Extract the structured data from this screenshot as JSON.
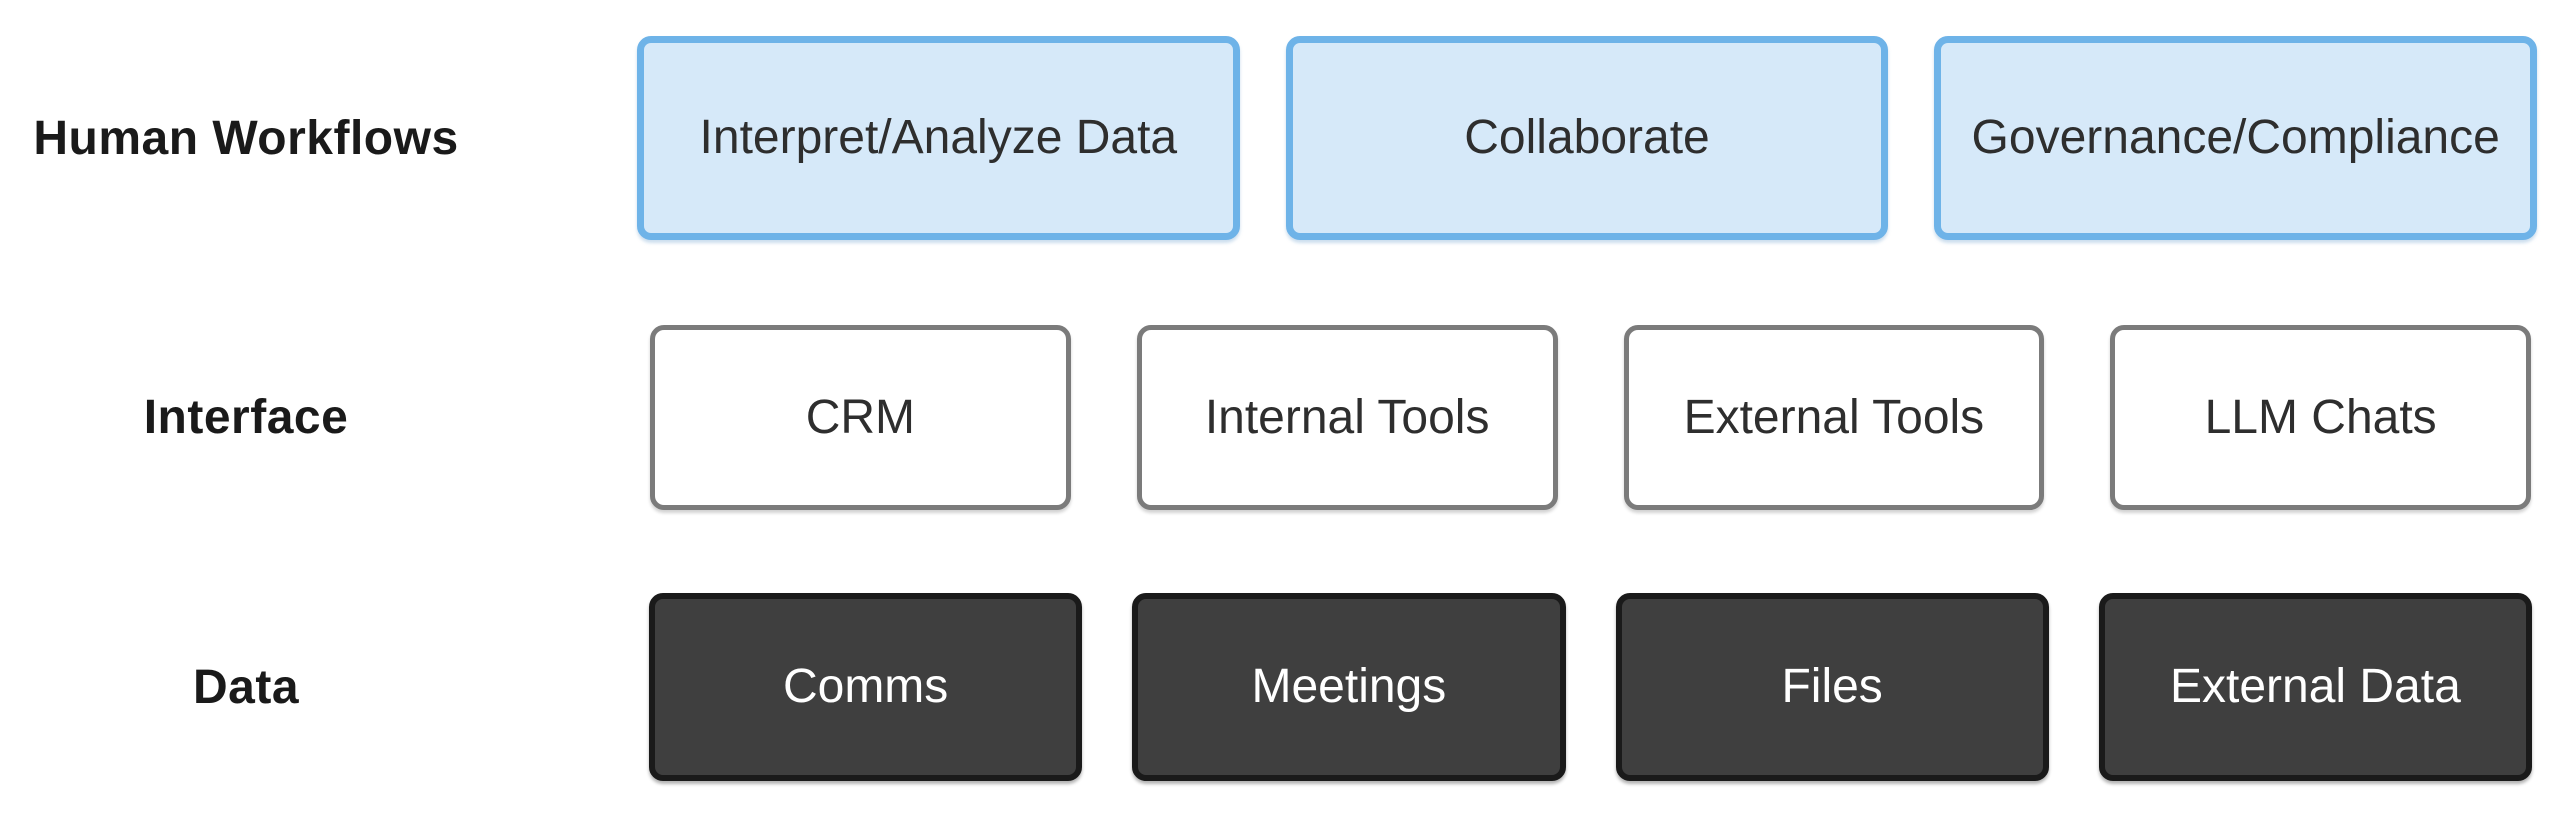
{
  "colors": {
    "background": "#ffffff",
    "blue-box-fill": "#d6e9f9",
    "blue-box-border": "#6eb3e8",
    "white-box-fill": "#ffffff",
    "white-box-border": "#7b7b7b",
    "dark-box-fill": "#3f3f3f",
    "dark-box-border": "#1a1a1a",
    "label-text": "#1a1a1a",
    "box-text-dark": "#2e2e2e",
    "box-text-light": "#ffffff"
  },
  "rows": [
    {
      "label": "Human Workflows",
      "style": "blue",
      "boxes": [
        "Interpret/Analyze Data",
        "Collaborate",
        "Governance/Compliance"
      ]
    },
    {
      "label": "Interface",
      "style": "white",
      "boxes": [
        "CRM",
        "Internal Tools",
        "External Tools",
        "LLM Chats"
      ]
    },
    {
      "label": "Data",
      "style": "dark",
      "boxes": [
        "Comms",
        "Meetings",
        "Files",
        "External Data"
      ]
    }
  ]
}
